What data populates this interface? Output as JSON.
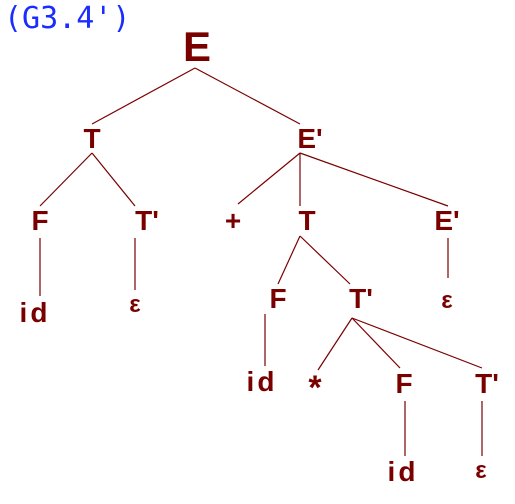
{
  "diagram_label": "(G3.4')",
  "colors": {
    "node_text": "#7a0000",
    "edge": "#7a0000",
    "label": "#1a2cff"
  },
  "nodes": {
    "E": "E",
    "T1": "T",
    "E1": "E'",
    "F1": "F",
    "Tp1": "T'",
    "plus": "+",
    "T2": "T",
    "E2": "E'",
    "id1": "id",
    "eps1": "ε",
    "F2": "F",
    "Tp2": "T'",
    "eps2": "ε",
    "id2": "id",
    "star": "*",
    "F3": "F",
    "Tp3": "T'",
    "id3": "id",
    "eps3": "ε"
  },
  "edges": [
    [
      "E",
      "T1"
    ],
    [
      "E",
      "E1"
    ],
    [
      "T1",
      "F1"
    ],
    [
      "T1",
      "Tp1"
    ],
    [
      "F1",
      "id1"
    ],
    [
      "Tp1",
      "eps1"
    ],
    [
      "E1",
      "plus"
    ],
    [
      "E1",
      "T2"
    ],
    [
      "E1",
      "E2"
    ],
    [
      "T2",
      "F2"
    ],
    [
      "T2",
      "Tp2"
    ],
    [
      "E2",
      "eps2"
    ],
    [
      "F2",
      "id2"
    ],
    [
      "Tp2",
      "star"
    ],
    [
      "Tp2",
      "F3"
    ],
    [
      "Tp2",
      "Tp3"
    ],
    [
      "F3",
      "id3"
    ],
    [
      "Tp3",
      "eps3"
    ]
  ]
}
